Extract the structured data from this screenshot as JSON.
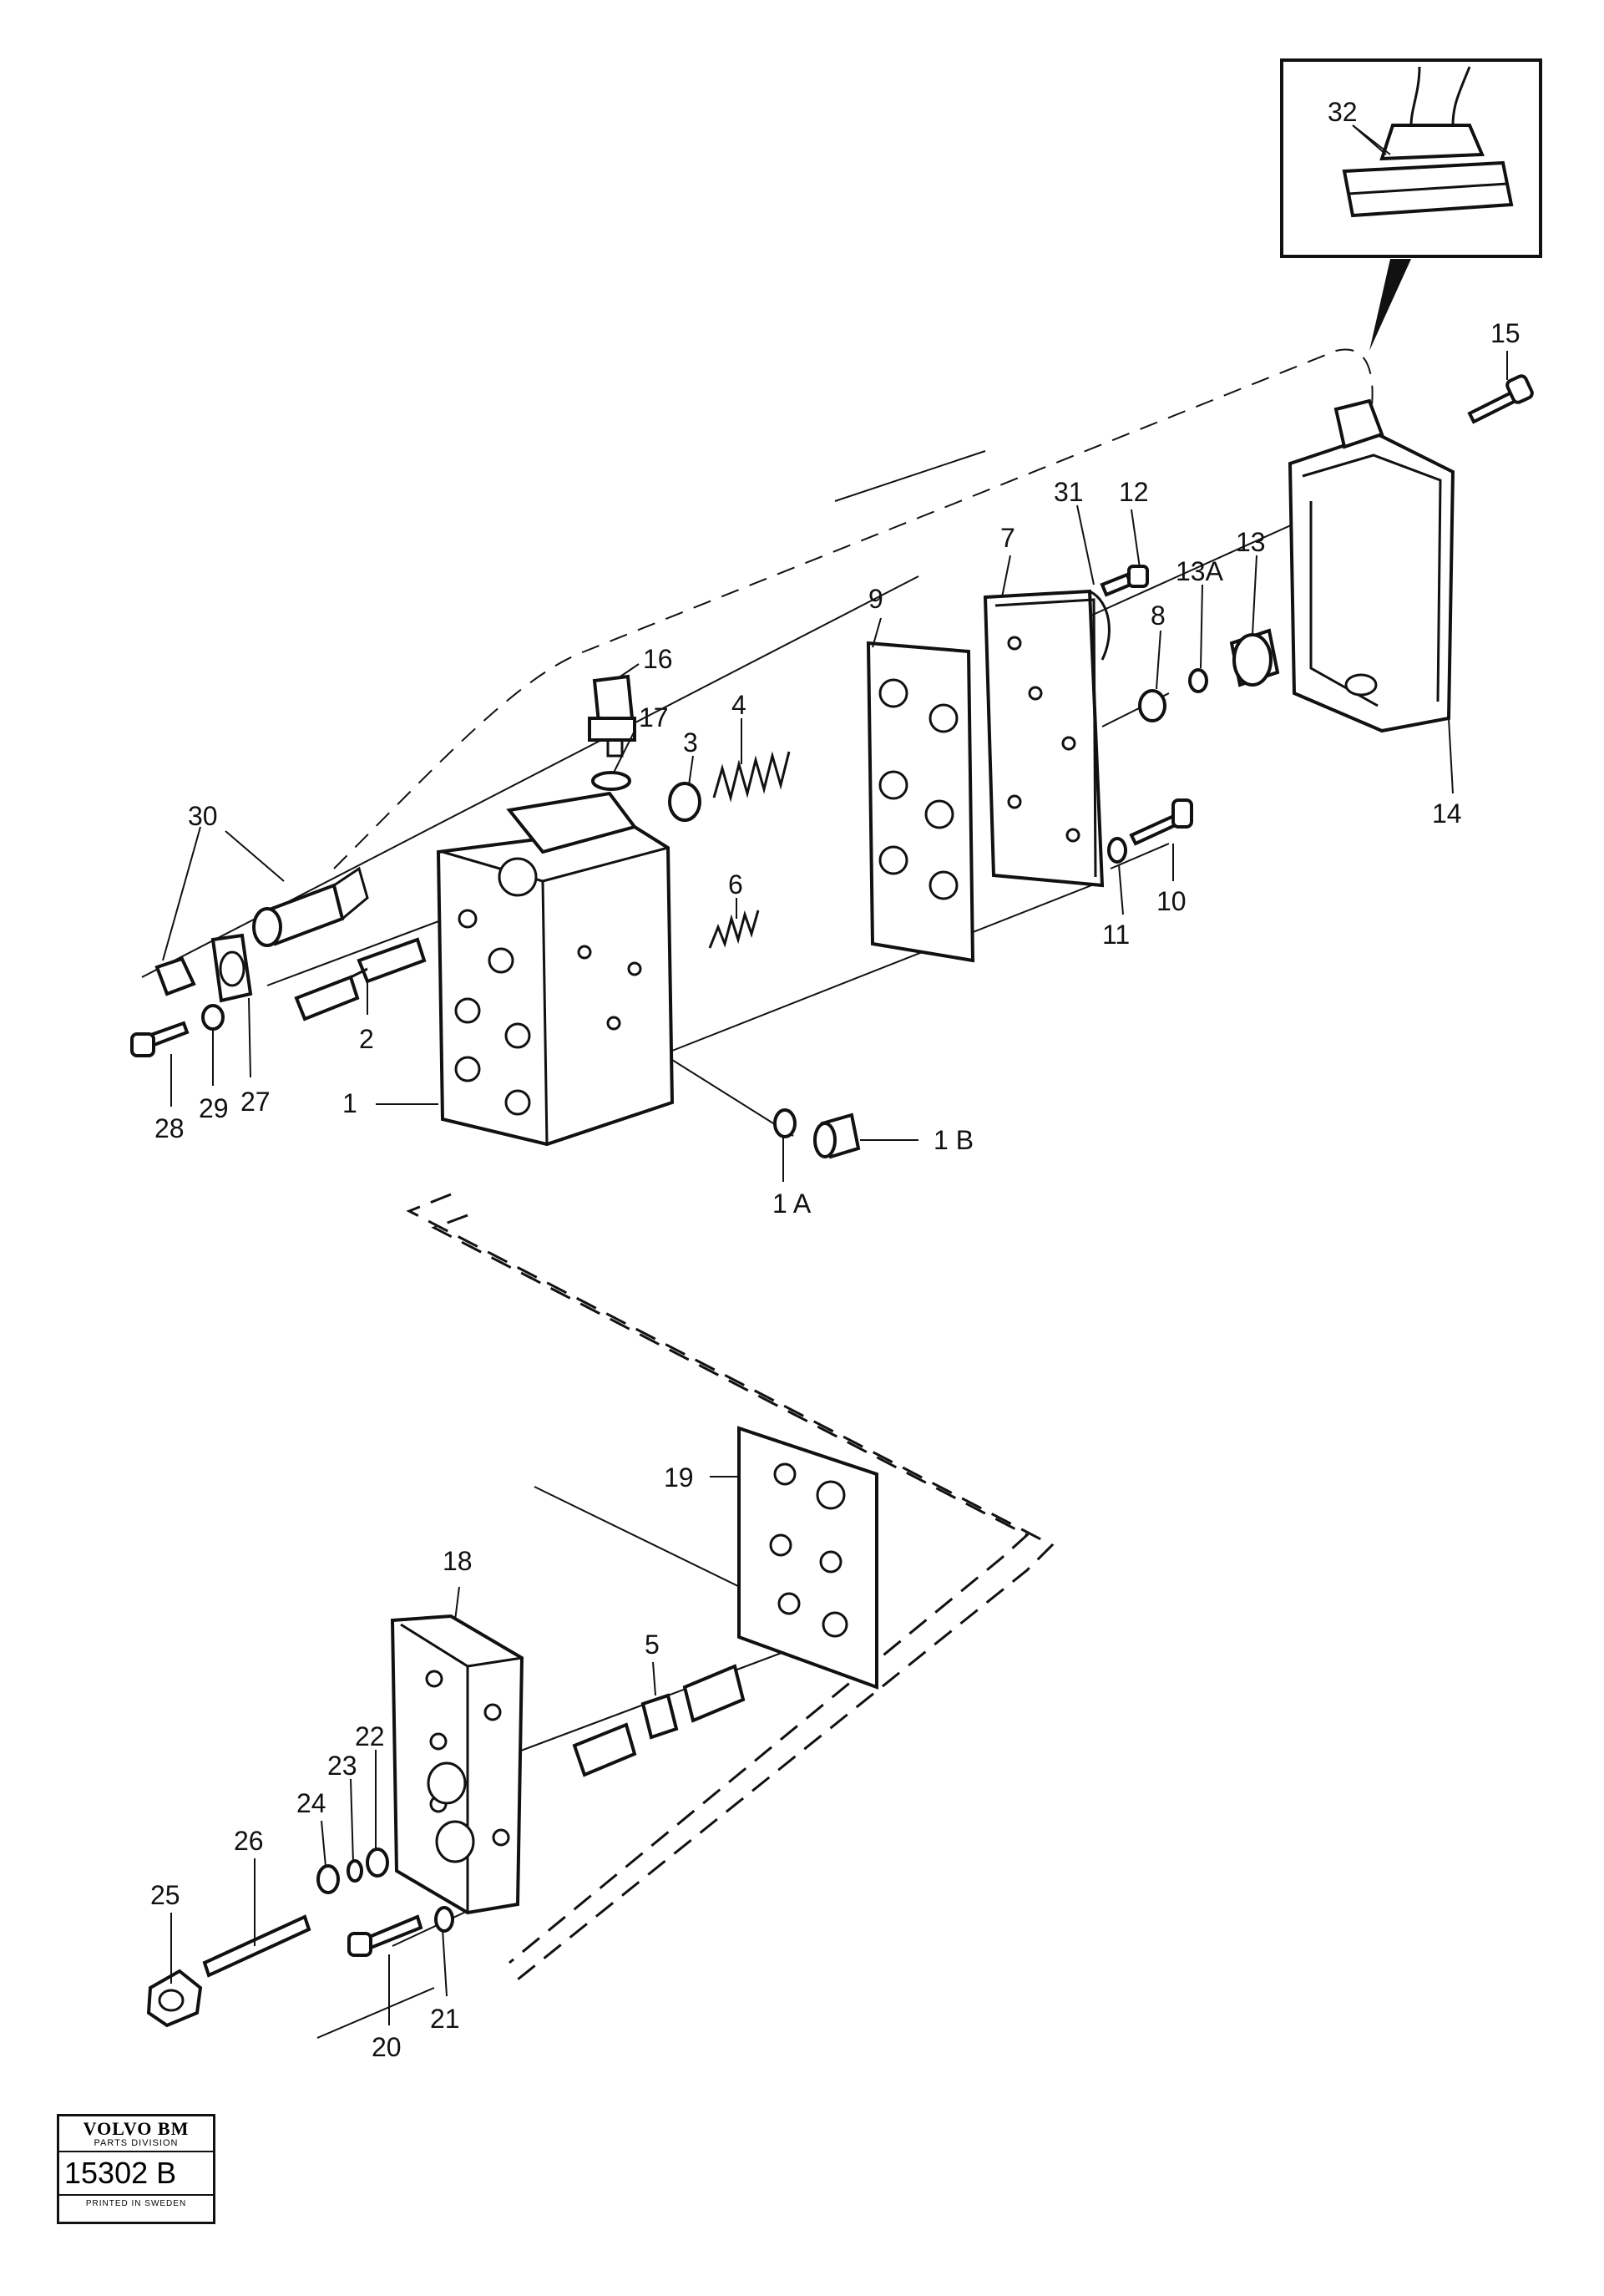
{
  "labels": {
    "l1": "1",
    "l1A": "1 A",
    "l1B": "1 B",
    "l2": "2",
    "l3": "3",
    "l4": "4",
    "l5": "5",
    "l6": "6",
    "l7": "7",
    "l8": "8",
    "l9": "9",
    "l10": "10",
    "l11": "11",
    "l12": "12",
    "l13": "13",
    "l13A": "13A",
    "l14": "14",
    "l15": "15",
    "l16": "16",
    "l17": "17",
    "l18": "18",
    "l19": "19",
    "l20": "20",
    "l21": "21",
    "l22": "22",
    "l23": "23",
    "l24": "24",
    "l25": "25",
    "l26": "26",
    "l27": "27",
    "l28": "28",
    "l29": "29",
    "l30": "30",
    "l31": "31",
    "l32": "32"
  },
  "stamp": {
    "brand": "VOLVO BM",
    "division": "PARTS DIVISION",
    "code": "15302 B",
    "printed": "PRINTED IN SWEDEN"
  }
}
